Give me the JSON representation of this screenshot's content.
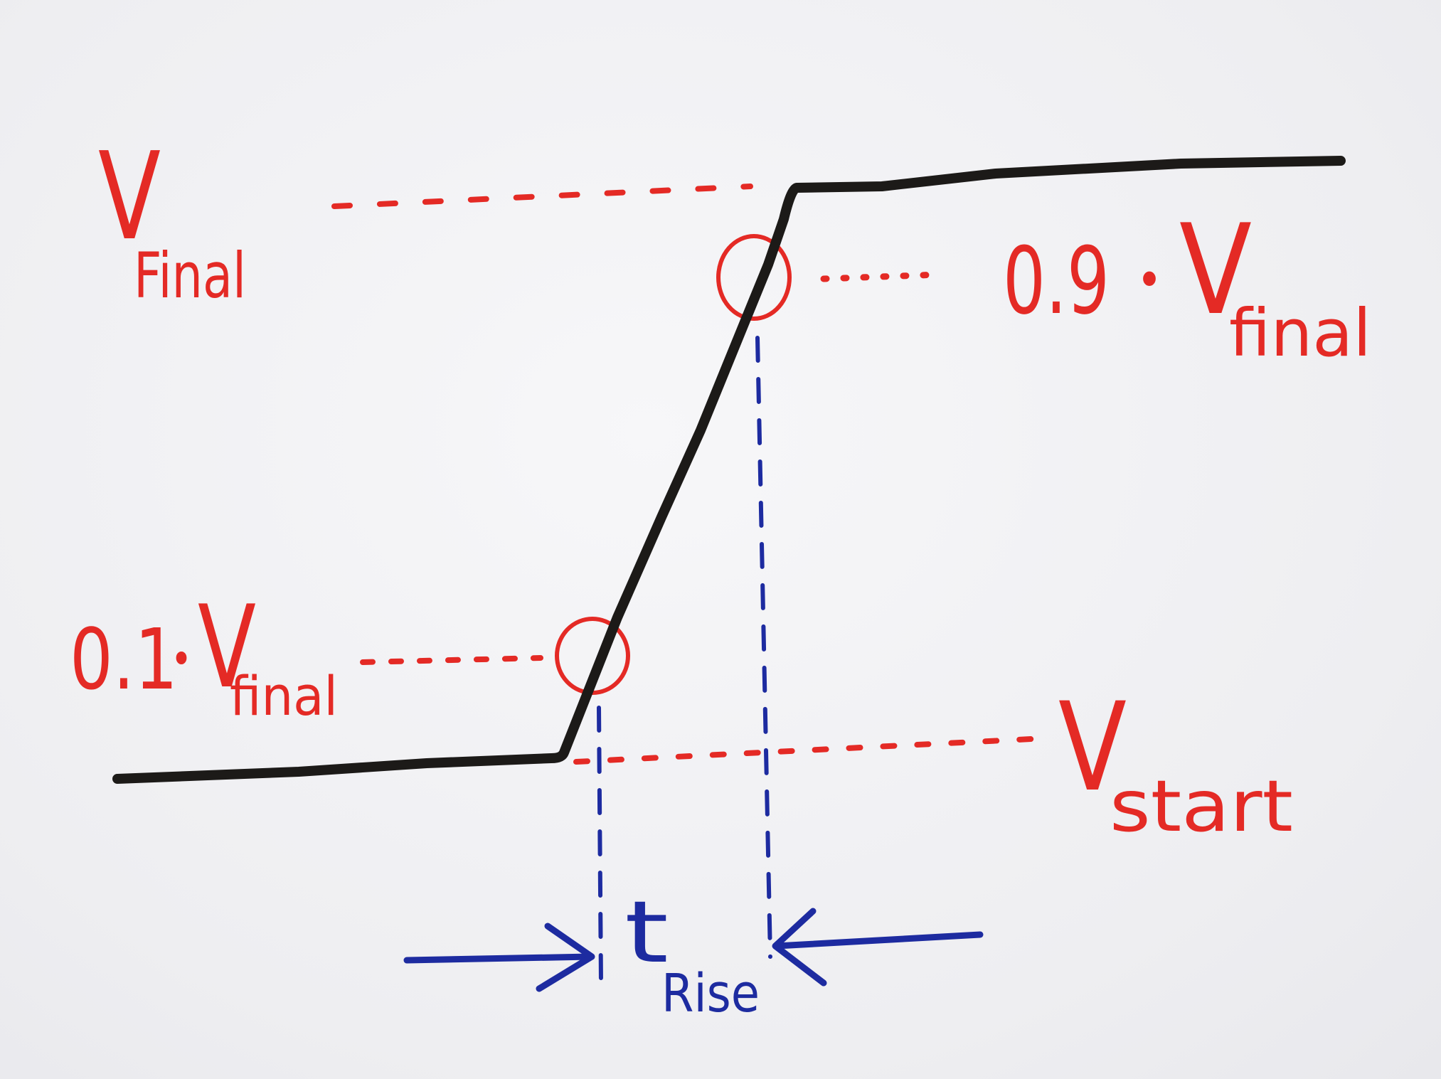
{
  "labels": {
    "v_final": {
      "main": "V",
      "sub": "Final"
    },
    "v_90": {
      "prefix": "0.9",
      "dot": "•",
      "main": "V",
      "sub": "final"
    },
    "v_10": {
      "prefix": "0.1",
      "dot": "•",
      "main": "V",
      "sub": "final"
    },
    "v_start": {
      "main": "V",
      "sub": "start"
    },
    "t_rise": {
      "main": "t",
      "sub": "Rise"
    }
  },
  "colors": {
    "signal": "#1c1a18",
    "annotation": "#e42a25",
    "timing": "#1d2ba0",
    "paper": "#f1f1f3"
  }
}
